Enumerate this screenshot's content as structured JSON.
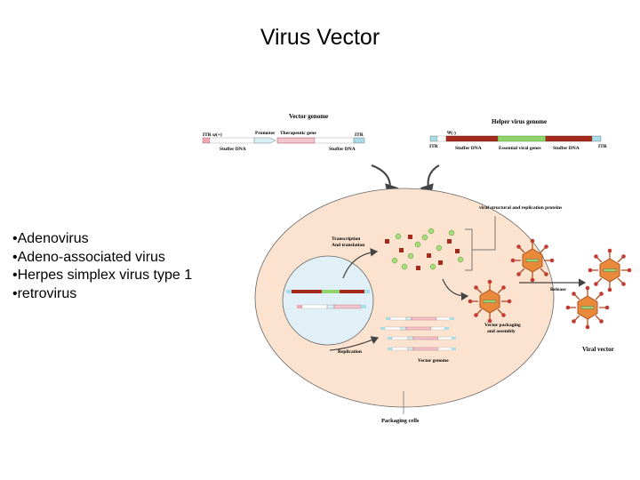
{
  "slide": {
    "title": "Virus Vector",
    "bullets": [
      "•Adenovirus",
      "•Adeno-associated virus",
      "•Herpes simplex virus type 1",
      "•retrovirus"
    ]
  },
  "diagram": {
    "vector_genome": {
      "title": "Vector genome",
      "itr_left": "ITR ψ(+)",
      "promoter": "Promoter",
      "therapeutic_gene": "Therapeutic gene",
      "itr_right": "ITR",
      "stuffer_left": "Stuffer DNA",
      "stuffer_right": "Stuffer DNA"
    },
    "helper_genome": {
      "title": "Helper virus genome",
      "psi_minus": "Ψ(-)",
      "itr_left": "ITR",
      "itr_right": "ITR",
      "stuffer_left": "Stuffer DNA",
      "essential_genes": "Essential viral genes",
      "stuffer_right": "Stuffer DNA"
    },
    "labels": {
      "structural_proteins": "viral structural and replication proteins",
      "transcription": "Transcription",
      "translation": "And translation",
      "replication": "Replication",
      "vector_genome": "Vector genome",
      "packaging_line1": "Vector packaging",
      "packaging_line2": "and assembly",
      "release": "Release",
      "viral_vector": "Viral vector",
      "packaging_cells": "Packaging cells"
    },
    "colors": {
      "cell_fill": "#fbe3cf",
      "nucleus_fill": "#e0f0f6",
      "red_block": "#a62a1c",
      "green_block": "#8fd36a",
      "pink_block": "#f3c5cc",
      "itr_cyan": "#a8dde8",
      "virion": "#e07a2a"
    }
  }
}
